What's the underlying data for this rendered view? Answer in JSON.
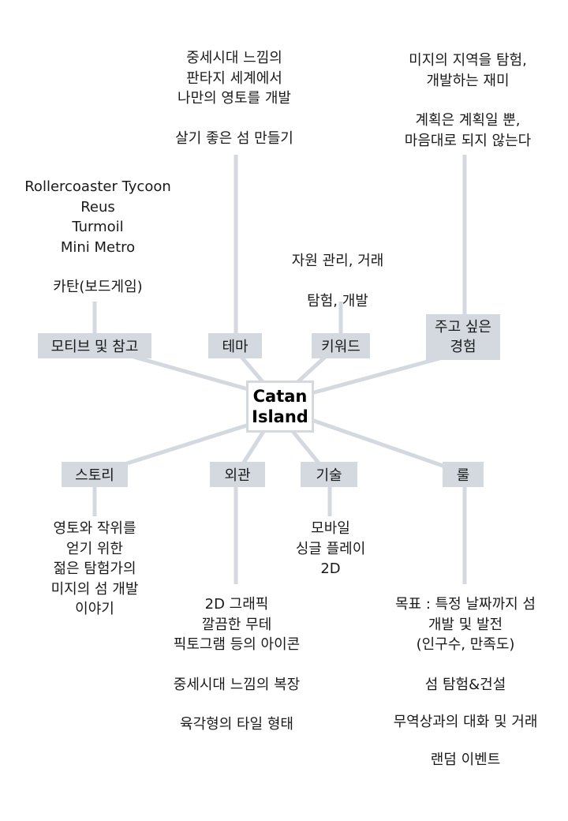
{
  "center": {
    "line1": "Catan",
    "line2": "Island"
  },
  "nodes": {
    "motif": {
      "label": "모티브 및 참고",
      "text": [
        "Rollercoaster Tycoon",
        "Reus",
        "Turmoil",
        "Mini Metro",
        "",
        "카탄(보드게임)"
      ]
    },
    "theme": {
      "label": "테마",
      "text": [
        "중세시대 느낌의",
        "판타지 세계에서",
        "나만의 영토를 개발",
        "",
        "살기 좋은 섬 만들기"
      ]
    },
    "keyword": {
      "label": "키워드",
      "text": [
        "자원 관리, 거래",
        "",
        "탐험, 개발"
      ]
    },
    "experience": {
      "label_line1": "주고 싶은",
      "label_line2": "경험",
      "text": [
        "미지의 지역을 탐험,",
        "개발하는 재미",
        "",
        "계획은 계획일 뿐,",
        "마음대로 되지 않는다"
      ]
    },
    "story": {
      "label": "스토리",
      "text": [
        "영토와 작위를",
        "얻기 위한",
        "젊은 탐험가의",
        "미지의 섬 개발",
        "이야기"
      ]
    },
    "look": {
      "label": "외관",
      "text": [
        "2D 그래픽",
        "깔끔한 무테",
        "픽토그램 등의 아이콘",
        "",
        "중세시대 느낌의 복장",
        "",
        "육각형의 타일 형태"
      ]
    },
    "tech": {
      "label": "기술",
      "text": [
        "모바일",
        "싱글 플레이",
        "2D"
      ]
    },
    "rule": {
      "label": "룰",
      "text": [
        "목표 : 특정 날짜까지 섬",
        "개발 및 발전",
        "(인구수, 만족도)",
        "",
        "섬 탐험&건설",
        "",
        "무역상과의 대화 및 거래",
        "",
        "랜덤 이벤트"
      ]
    }
  },
  "colors": {
    "line": "#d4d9e0",
    "box": "#d4d9e0",
    "text": "#1a1a1a"
  }
}
